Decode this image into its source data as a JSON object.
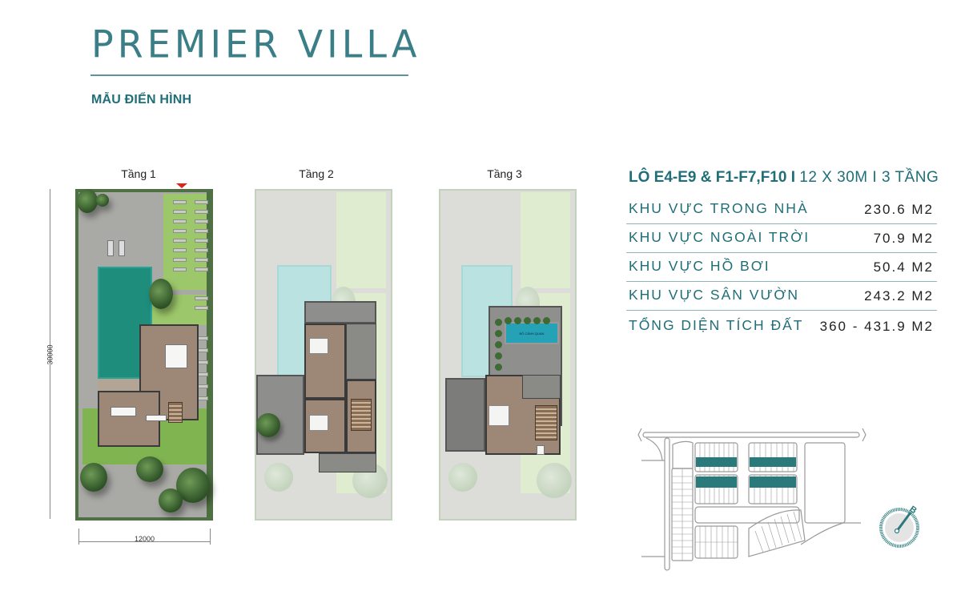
{
  "header": {
    "title": "PREMIER VILLA",
    "subtitle": "MẪU ĐIỂN HÌNH"
  },
  "floor_plans": [
    {
      "label": "Tầng 1",
      "active": true
    },
    {
      "label": "Tầng 2",
      "active": false
    },
    {
      "label": "Tầng 3",
      "active": false
    }
  ],
  "dimensions": {
    "width": "12000",
    "length": "30000"
  },
  "rooftop_label": "BỒ CẢNH QUAN",
  "spec": {
    "heading_bold": "LÔ E4-E9 & F1-F7,F10 I",
    "heading_light": "12 X 30M I 3 TẦNG",
    "rows": [
      {
        "label": "KHU VỰC TRONG NHÀ",
        "value": "230.6 M2"
      },
      {
        "label": "KHU VỰC NGOÀI TRỜI",
        "value": "70.9 M2"
      },
      {
        "label": "KHU VỰC HỒ BƠI",
        "value": "50.4 M2"
      },
      {
        "label": "KHU VỰC SÂN VƯỜN",
        "value": "243.2 M2"
      },
      {
        "label": "TỔNG DIỆN TÍCH ĐẤT",
        "value": "360 - 431.9 M2"
      }
    ]
  },
  "compass": {
    "direction": "B"
  },
  "colors": {
    "accent": "#1f6e78",
    "title": "#3a7f87",
    "highlight_lots": "#2a7a7c",
    "marker": "#e0231b"
  }
}
